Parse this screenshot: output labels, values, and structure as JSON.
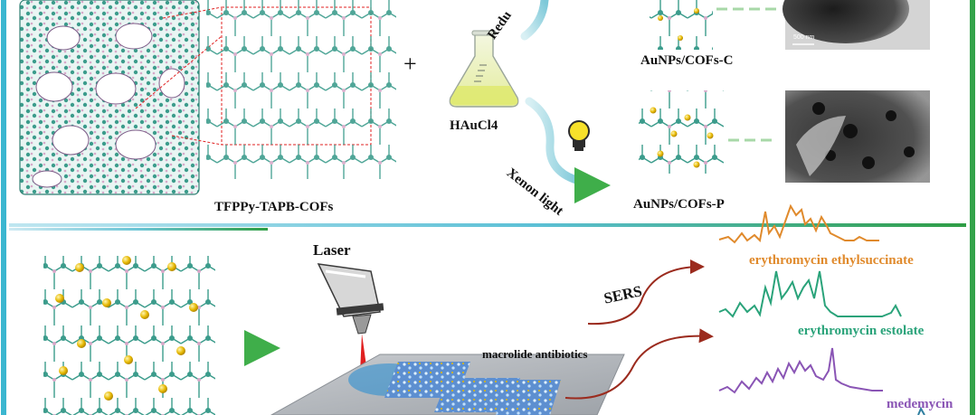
{
  "labels": {
    "cof_name": "TFPPy-TAPB-COFs",
    "plus": "+",
    "reagent": "HAuCl4",
    "reduction_partial": "Redu",
    "light_source": "Xenon light",
    "product_c": "AuNPs/COFs-C",
    "product_p": "AuNPs/COFs-P",
    "scale_bar": "500 nm",
    "laser": "Laser",
    "technique": "SERS",
    "substrate": "macrolide antibiotics"
  },
  "spectra": [
    {
      "name": "erythromycin ethylsuccinate",
      "color": "#e08a2c"
    },
    {
      "name": "erythromycin estolate",
      "color": "#2aa37a"
    },
    {
      "name": "medemycin",
      "color": "#8a55b5"
    }
  ],
  "colors": {
    "frame_left": "#3bb6d0",
    "frame_right": "#33a34a",
    "arrow_green": "#5cb85c",
    "arrow_red": "#9b2b1e",
    "laser_beam": "#e02020",
    "gold": "#e6b800",
    "cof_teal": "#3c9c8c",
    "cof_pink": "#d7a9c9"
  }
}
